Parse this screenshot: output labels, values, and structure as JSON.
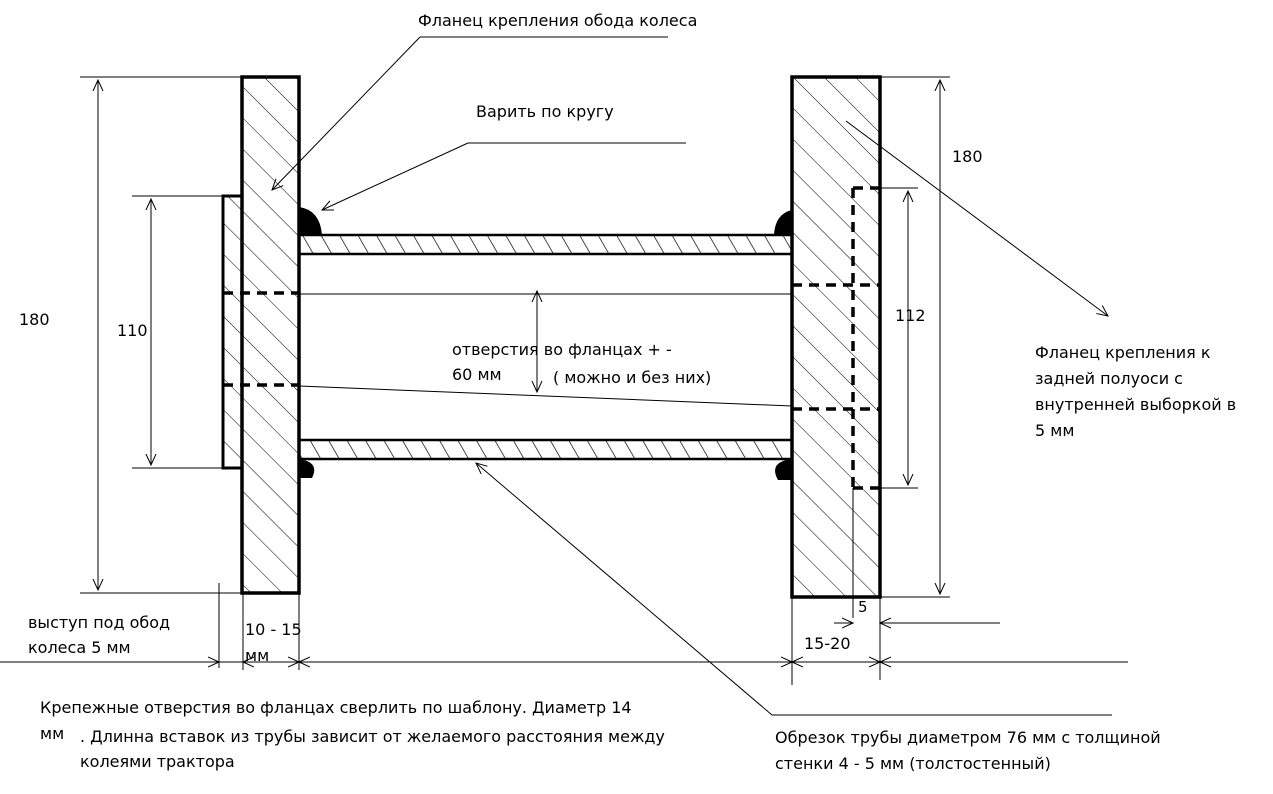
{
  "labels": {
    "rim_flange": "Фланец крепления обода колеса",
    "weld": "Варить  по кругу",
    "dim_left_180": "180",
    "dim_right_180": "180",
    "dim_110": "110",
    "dim_112": "112",
    "holes_line1": "отверстия во фланцах + -",
    "holes_line2": "60 мм",
    "holes_optional": "( можно и без них)",
    "axle_flange_l1": "Фланец крепления к",
    "axle_flange_l2": "задней полуоси с",
    "axle_flange_l3": "внутренней выборкой в",
    "axle_flange_l4": "5 мм",
    "ledge_l1": "выступ под обод",
    "ledge_l2": "колеса 5 мм",
    "dim_10_15_l1": "10 - 15",
    "dim_10_15_l2": "мм",
    "dim_5": "5",
    "dim_15_20": "15-20",
    "note_l1": "Крепежные отверстия во фланцах сверлить по шаблону. Диаметр 14",
    "note_l2a": "мм",
    "note_l2b": ". Длинна вставок из трубы зависит от желаемого расстояния между",
    "note_l3": "колеями трактора",
    "pipe_l1": "Обрезок трубы диаметром 76 мм с толщиной",
    "pipe_l2": "стенки 4 - 5 мм (толстостенный)"
  }
}
